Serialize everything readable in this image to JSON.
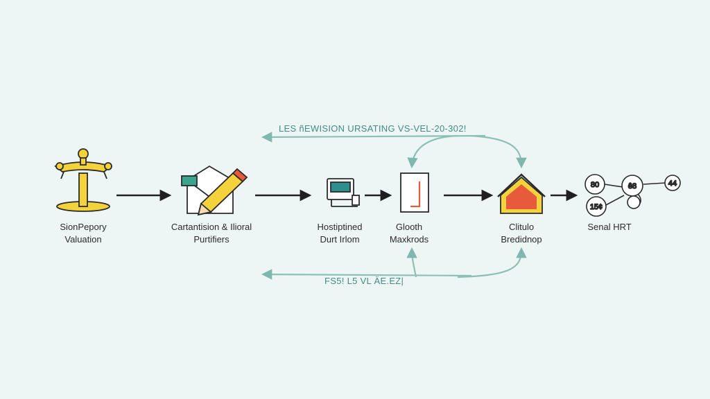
{
  "loops": {
    "top_label": "LES ñEWISION URSATING VS-VEL-20-302!",
    "bottom_label": "FS5! L5 VL ÄE.EZ|"
  },
  "stages": [
    {
      "line1": "SionPepory",
      "line2": "Valuation",
      "icon": "scale-icon"
    },
    {
      "line1": "Cartantision & Ilioral",
      "line2": "Purtifiers",
      "icon": "pencil-envelope-icon"
    },
    {
      "line1": "Hostiptined",
      "line2": "Durt Irlom",
      "icon": "monitor-icon"
    },
    {
      "line1": "Glooth",
      "line2": "Maxkrods",
      "icon": "document-icon"
    },
    {
      "line1": "Clitulo",
      "line2": "Bredidnop",
      "icon": "house-icon"
    },
    {
      "line1": "Senal HRT",
      "line2": "",
      "icon": "network-nodes-icon"
    }
  ],
  "network_nodes": [
    "80",
    "ê8",
    "44",
    "15¢"
  ],
  "colors": {
    "background": "#eef6f5",
    "arrow": "#1f1f1f",
    "loop": "#7fb8ae",
    "accent_yellow": "#f3d23c",
    "accent_red": "#e85a3c"
  }
}
